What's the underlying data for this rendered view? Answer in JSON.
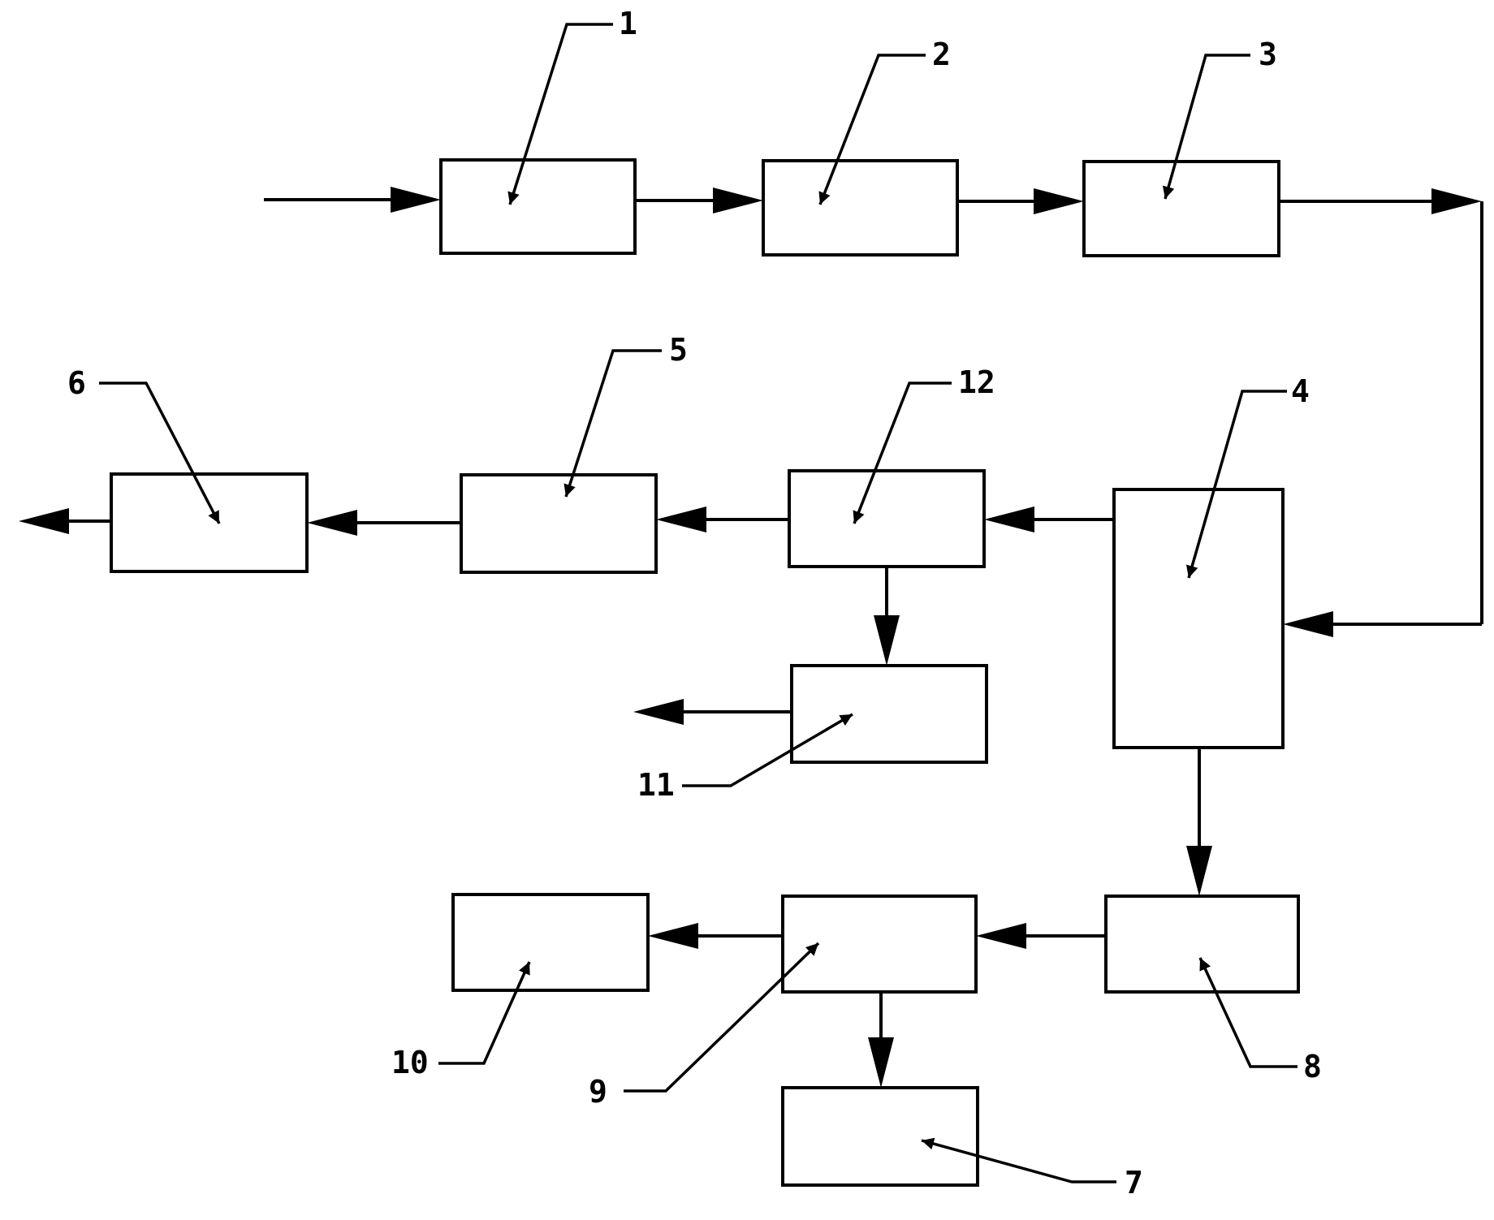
{
  "diagram": {
    "labels": {
      "b1": "1",
      "b2": "2",
      "b3": "3",
      "b4": "4",
      "b5": "5",
      "b6": "6",
      "b7": "7",
      "b8": "8",
      "b9": "9",
      "b10": "10",
      "b11": "11",
      "b12": "12"
    },
    "colors": {
      "stroke": "#000000",
      "background": "#ffffff"
    }
  }
}
